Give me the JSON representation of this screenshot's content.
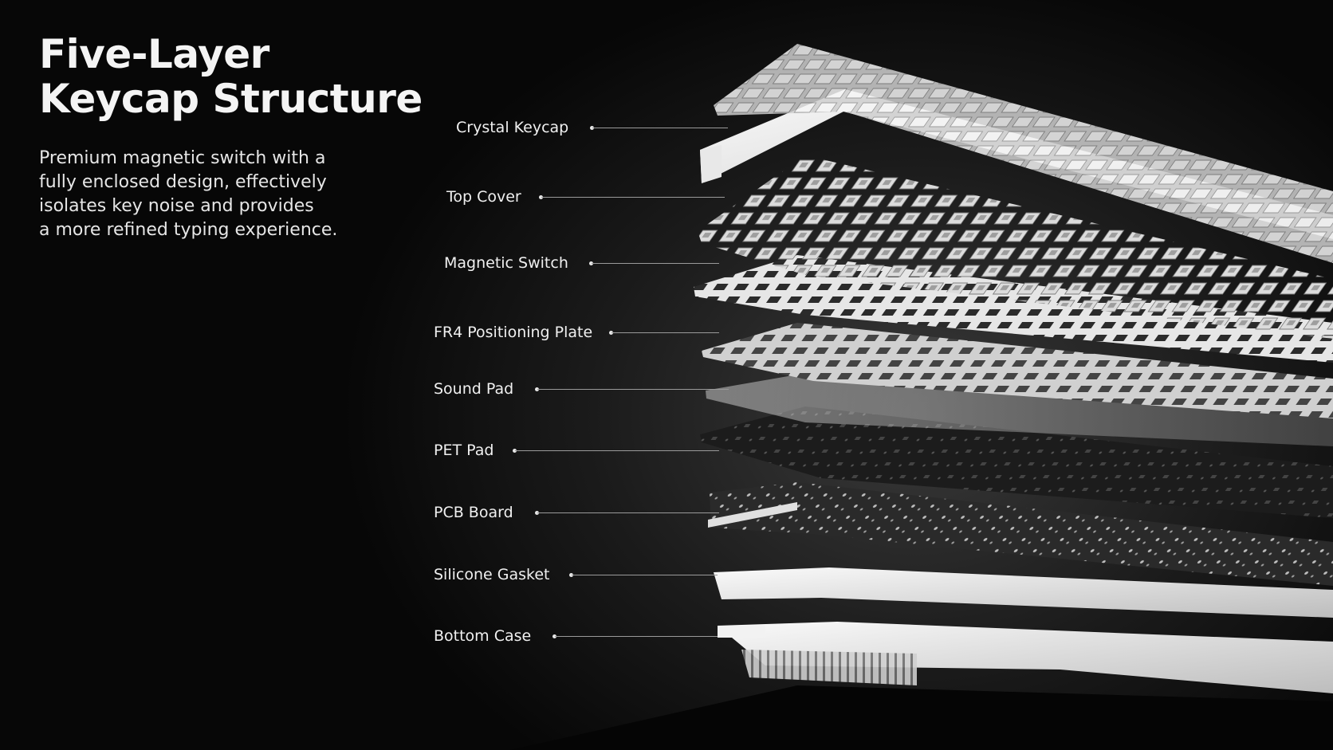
{
  "title": {
    "line1": "Five-Layer",
    "line2": "Keycap Structure"
  },
  "description": {
    "line1": "Premium magnetic switch with a",
    "line2": "fully enclosed design, effectively",
    "line3": "isolates key noise and provides",
    "line4": "a more refined typing experience."
  },
  "layers": [
    {
      "label": "Crystal Keycap"
    },
    {
      "label": "Top Cover"
    },
    {
      "label": "Magnetic Switch"
    },
    {
      "label": "FR4 Positioning Plate"
    },
    {
      "label": "Sound Pad"
    },
    {
      "label": "PET Pad"
    },
    {
      "label": "PCB Board"
    },
    {
      "label": "Silicone Gasket"
    },
    {
      "label": "Bottom Case"
    }
  ]
}
